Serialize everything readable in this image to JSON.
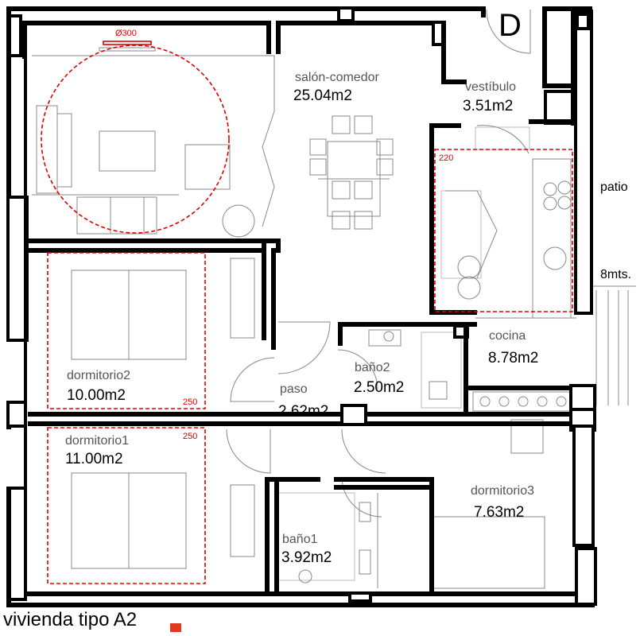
{
  "plan_title": "vivienda tipo A2",
  "unit_letter": "D",
  "colors": {
    "wall": "#000000",
    "clearance_marker": "#e00000",
    "caption_mark": "#e03a1e"
  },
  "rooms": {
    "salon": {
      "name": "salón-comedor",
      "area": "25.04m2"
    },
    "vestibulo": {
      "name": "vestíbulo",
      "area": "3.51m2"
    },
    "cocina": {
      "name": "cocina",
      "area": "8.78m2"
    },
    "dormitorio2": {
      "name": "dormitorio2",
      "area": "10.00m2"
    },
    "bano2": {
      "name": "baño2",
      "area": "2.50m2"
    },
    "paso": {
      "name": "paso",
      "area": "2.62m2"
    },
    "dormitorio1": {
      "name": "dormitorio1",
      "area": "11.00m2"
    },
    "dormitorio3": {
      "name": "dormitorio3",
      "area": "7.63m2"
    },
    "bano1": {
      "name": "baño1",
      "area": "3.92m2"
    }
  },
  "clearances": {
    "living_circle": "Ø300",
    "kitchen": "220",
    "dormitorio2": "250",
    "dormitorio1": "250"
  },
  "exterior": {
    "patio": "patio",
    "distance": "8mts."
  }
}
